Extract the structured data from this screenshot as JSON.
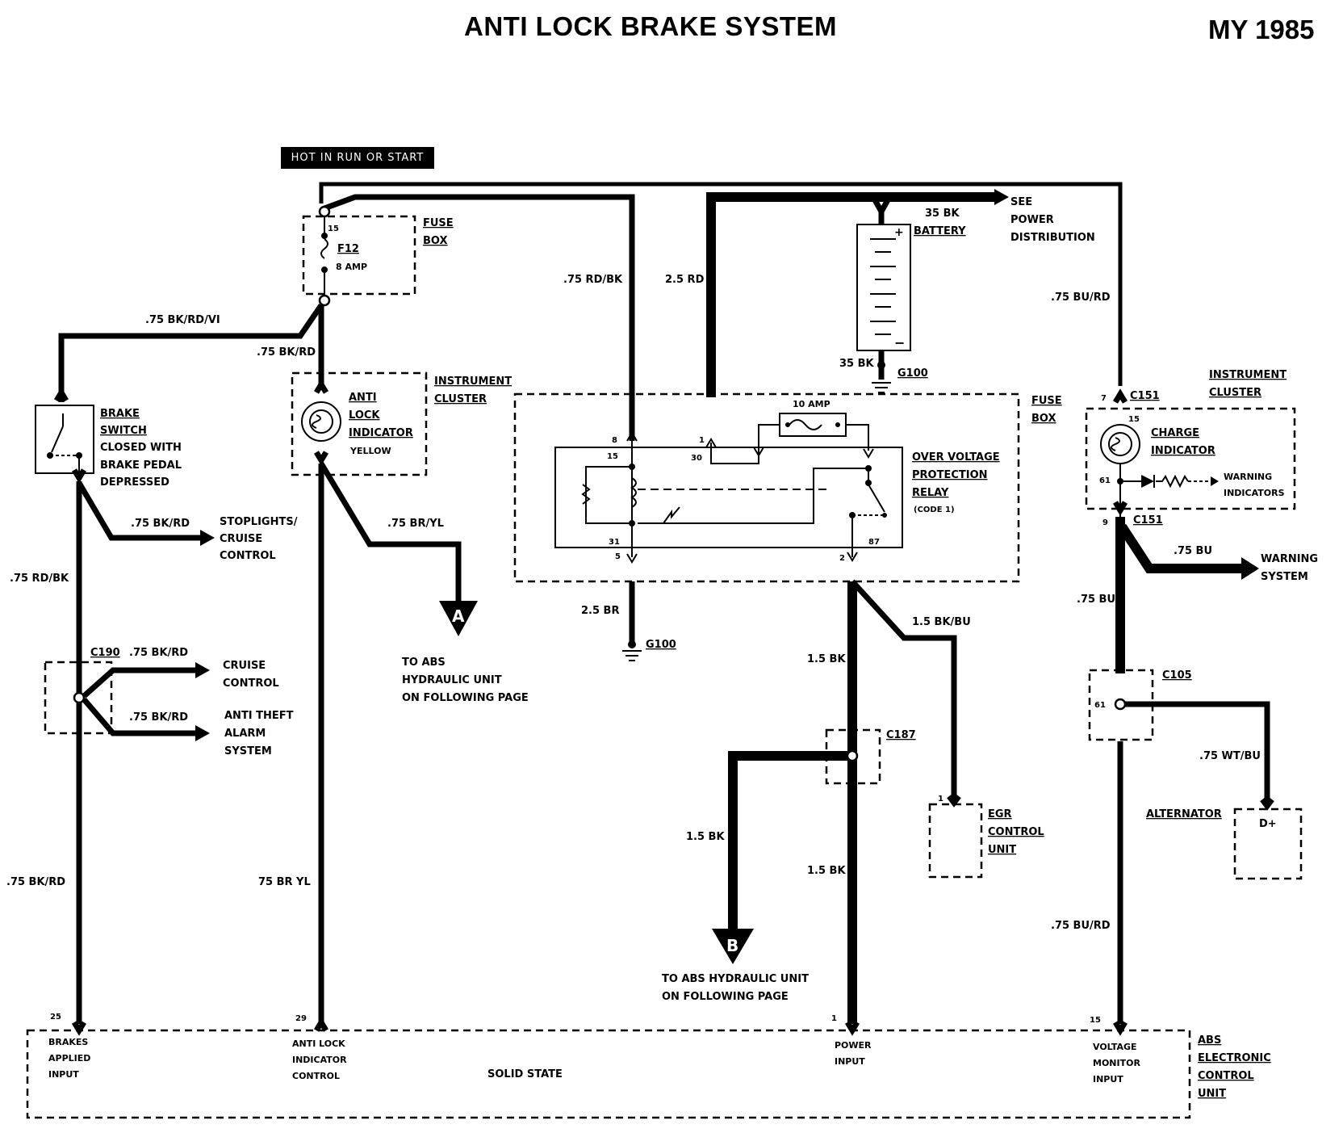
{
  "title": "ANTI LOCK BRAKE SYSTEM",
  "model_year": "MY 1985",
  "supply": "HOT IN RUN OR START",
  "labels": {
    "fuse_box": [
      "FUSE",
      "BOX"
    ],
    "fuse_pin": "15",
    "fuse_name": "F12",
    "fuse_rating": "8 AMP",
    "w_bk_rd_vi": ".75 BK/RD/VI",
    "w_bk_rd_top": ".75 BK/RD",
    "brake_switch": [
      "BRAKE",
      "SWITCH",
      "CLOSED WITH",
      "BRAKE PEDAL",
      "DEPRESSED"
    ],
    "anti_lock_indicator": [
      "ANTI",
      "LOCK",
      "INDICATOR",
      "YELLOW"
    ],
    "instrument_cluster_l": [
      "INSTRUMENT",
      "CLUSTER"
    ],
    "w_bk_rd_stop": ".75 BK/RD",
    "stoplights": [
      "STOPLIGHTS/",
      "CRUISE",
      "CONTROL"
    ],
    "w_rd_bk_left": ".75 RD/BK",
    "c190": "C190",
    "w_bk_rd_cruise": ".75 BK/RD",
    "cruise": [
      "CRUISE",
      "CONTROL"
    ],
    "w_bk_rd_alarm": ".75 BK/RD",
    "anti_theft": [
      "ANTI THEFT",
      "ALARM",
      "SYSTEM"
    ],
    "w_bk_rd_low": ".75 BK/RD",
    "w_br_yl": ".75 BR/YL",
    "w_br_yl_low": "75 BR YL",
    "conn_a": "A",
    "to_abs_a": [
      "TO ABS",
      "HYDRAULIC UNIT",
      "ON FOLLOWING PAGE"
    ],
    "w_rd_bk_mid": ".75 RD/BK",
    "w_rd_25": "2.5 RD",
    "battery_wire": "35 BK",
    "battery": "BATTERY",
    "battery_plus": "+",
    "battery_minus": "−",
    "see_power": [
      "SEE",
      "POWER",
      "DISTRIBUTION"
    ],
    "battery_gnd_wire": "35 BK",
    "g100_top": "G100",
    "fuse_box_r": [
      "FUSE",
      "BOX"
    ],
    "relay_fuse": "10 AMP",
    "relay_pin_8": "8",
    "relay_pin_15": "15",
    "relay_pin_1": "1",
    "relay_pin_30": "30",
    "relay_pin_31": "31",
    "relay_pin_5": "5",
    "relay_pin_87": "87",
    "relay_pin_2": "2",
    "relay_name": [
      "OVER VOLTAGE",
      "PROTECTION",
      "RELAY"
    ],
    "relay_code": "(CODE 1)",
    "w_br_25": "2.5 BR",
    "g100_bottom": "G100",
    "w_bk_15_a": "1.5 BK",
    "w_bk_bu": "1.5 BK/BU",
    "c187": "C187",
    "w_bk_15_b": "1.5 BK",
    "w_bk_15_c": "1.5 BK",
    "egr_pin": "1",
    "egr": [
      "EGR",
      "CONTROL",
      "UNIT"
    ],
    "conn_b": "B",
    "to_abs_b": [
      "TO ABS HYDRAULIC UNIT",
      "ON FOLLOWING PAGE"
    ],
    "w_bu_rd_top": ".75 BU/RD",
    "instrument_cluster_r": [
      "INSTRUMENT",
      "CLUSTER"
    ],
    "c151_pin_7": "7",
    "c151_a": "C151",
    "charge_pin_15": "15",
    "charge_indicator": [
      "CHARGE",
      "INDICATOR"
    ],
    "charge_pin_61": "61",
    "warning_indicators": [
      "WARNING",
      "INDICATORS"
    ],
    "c151_pin_9": "9",
    "c151_b": "C151",
    "w_bu_a": ".75 BU",
    "warning_system": [
      "WARNING",
      "SYSTEM"
    ],
    "w_bu_b": ".75 BU",
    "c105": "C105",
    "c105_pin": "61",
    "w_wt_bu": ".75 WT/BU",
    "alternator": "ALTERNATOR",
    "d_plus": "D+",
    "w_bu_rd_low": ".75 BU/RD",
    "abs_pin_25": "25",
    "abs_pin_29": "29",
    "abs_pin_1": "1",
    "abs_pin_15": "15",
    "brakes_applied": [
      "BRAKES",
      "APPLIED",
      "INPUT"
    ],
    "anti_lock_control": [
      "ANTI LOCK",
      "INDICATOR",
      "CONTROL"
    ],
    "solid_state": "SOLID STATE",
    "power_input": [
      "POWER",
      "INPUT"
    ],
    "voltage_monitor": [
      "VOLTAGE",
      "MONITOR",
      "INPUT"
    ],
    "abs_unit": [
      "ABS",
      "ELECTRONIC",
      "CONTROL",
      "UNIT"
    ]
  }
}
